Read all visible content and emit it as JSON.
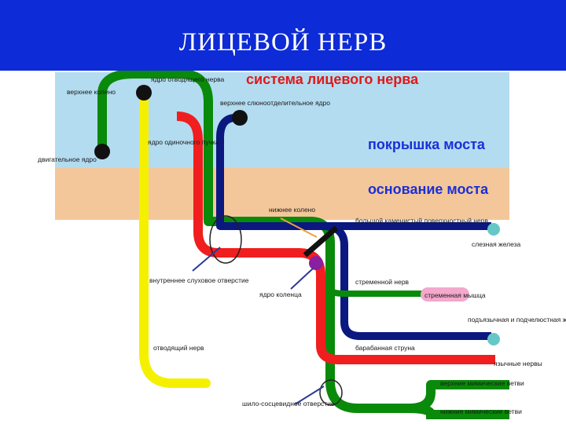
{
  "title": "ЛИЦЕВОЙ НЕРВ",
  "colors": {
    "header": "#0d2bd6",
    "upper_zone": "#b3dcf0",
    "lower_zone": "#f4c79a",
    "green": "#0a8a0a",
    "red": "#f01e1e",
    "navy": "#0a1880",
    "yellow": "#f5f000",
    "region_text": "#1a2fd8",
    "system_text": "#e01818",
    "gland": "#66c7c7",
    "muscle": "#f3a8cc",
    "nucleus_purple": "#8a1fa0"
  },
  "labels": {
    "system": "система лицевого нерва",
    "pons_tegmentum": "покрышка моста",
    "pons_base": "основание моста",
    "upper_knee": "верхнее колено",
    "abducens_nucleus": "ядро отводящего нерва",
    "motor_nucleus": "двигательное ядро",
    "superior_salivatory": "верхнее слюноотделительное ядро",
    "solitary_nucleus": "ядро одиночного пучка",
    "lower_knee": "нижнее колено",
    "greater_petrosal": "большой каменистый поверхностный нерв",
    "lacrimal_gland": "слезная железа",
    "internal_meatus": "внутреннее слуховое отверстие",
    "geniculate_nucleus": "ядро коленца",
    "stapedial_nerve": "стременной нерв",
    "stapedius_muscle": "стременная мышца",
    "submandibular_glands": "подъязычная и подчелюстная железа",
    "chorda_tympani": "барабанная струна",
    "taste_buds": "язычные нервы",
    "abducens_nerve": "отводящий нерв",
    "stylomastoid": "шило-сосцевидное отверстие",
    "upper_branches": "верхние мимические ветви",
    "lower_branches": "нижние мимические ветви"
  }
}
